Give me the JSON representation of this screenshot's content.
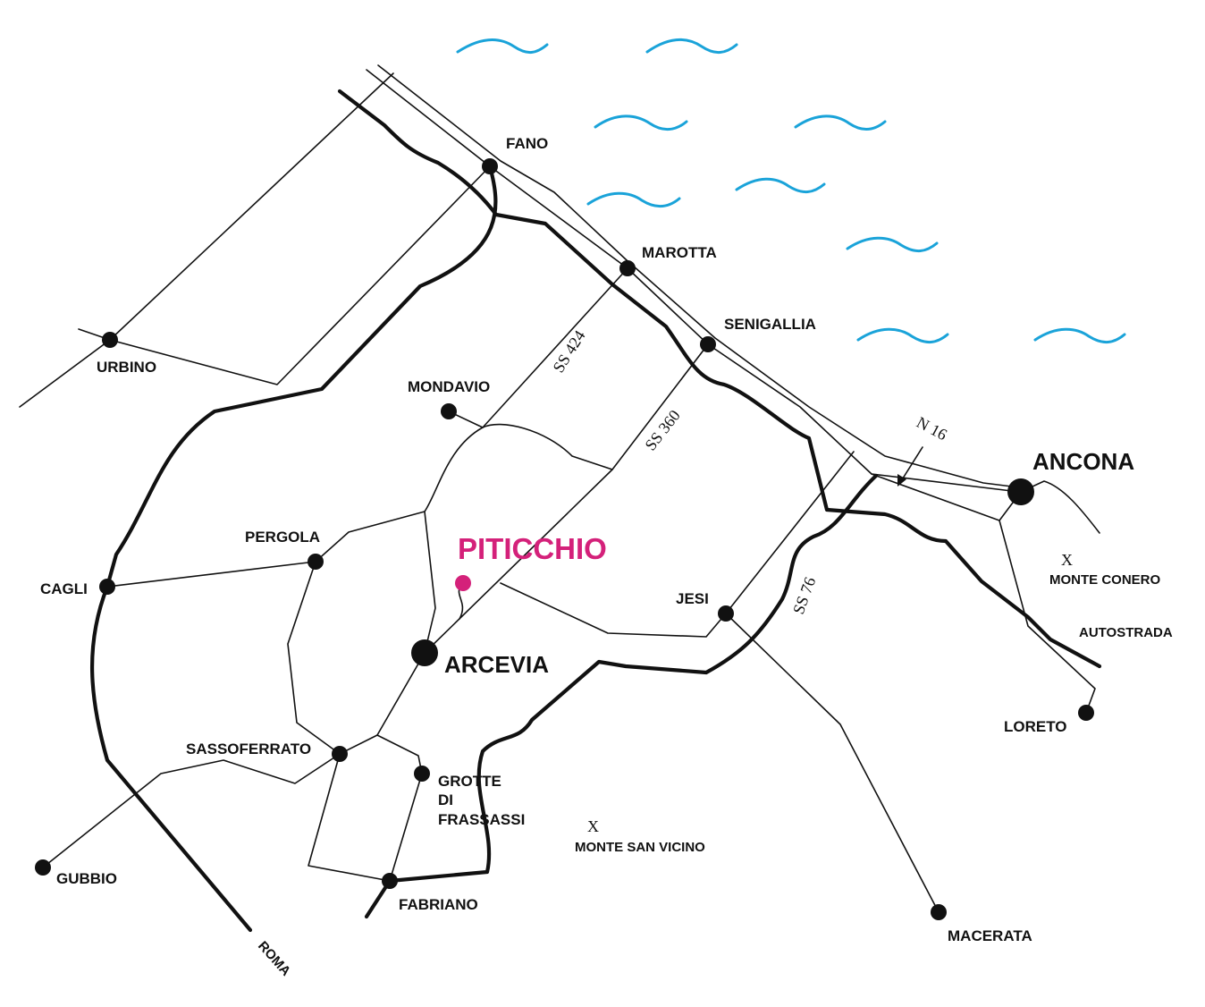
{
  "colors": {
    "sea": "#1aa3d9",
    "highlight": "#d4217a",
    "ink": "#111111"
  },
  "highlight": {
    "name": "PITICCHIO"
  },
  "cities": {
    "fano": "FANO",
    "marotta": "MAROTTA",
    "senigallia": "SENIGALLIA",
    "ancona": "ANCONA",
    "urbino": "URBINO",
    "mondavio": "MONDAVIO",
    "pergola": "PERGOLA",
    "cagli": "CAGLI",
    "arcevia": "ARCEVIA",
    "jesi": "JESI",
    "sassoferrato": "SASSOFERRATO",
    "grotte_line1": "GROTTE",
    "grotte_line2": "DI",
    "grotte_line3": "FRASSASSI",
    "gubbio": "GUBBIO",
    "fabriano": "FABRIANO",
    "macerata": "MACERATA",
    "loreto": "LORETO"
  },
  "roads": {
    "ss424": "SS 424",
    "ss360": "SS 360",
    "ss76": "SS 76",
    "n16": "N 16",
    "autostrada": "AUTOSTRADA",
    "roma": "ROMA"
  },
  "mountains": {
    "mark": "X",
    "monte_conero": "MONTE CONERO",
    "monte_san_vicino": "MONTE SAN VICINO"
  }
}
